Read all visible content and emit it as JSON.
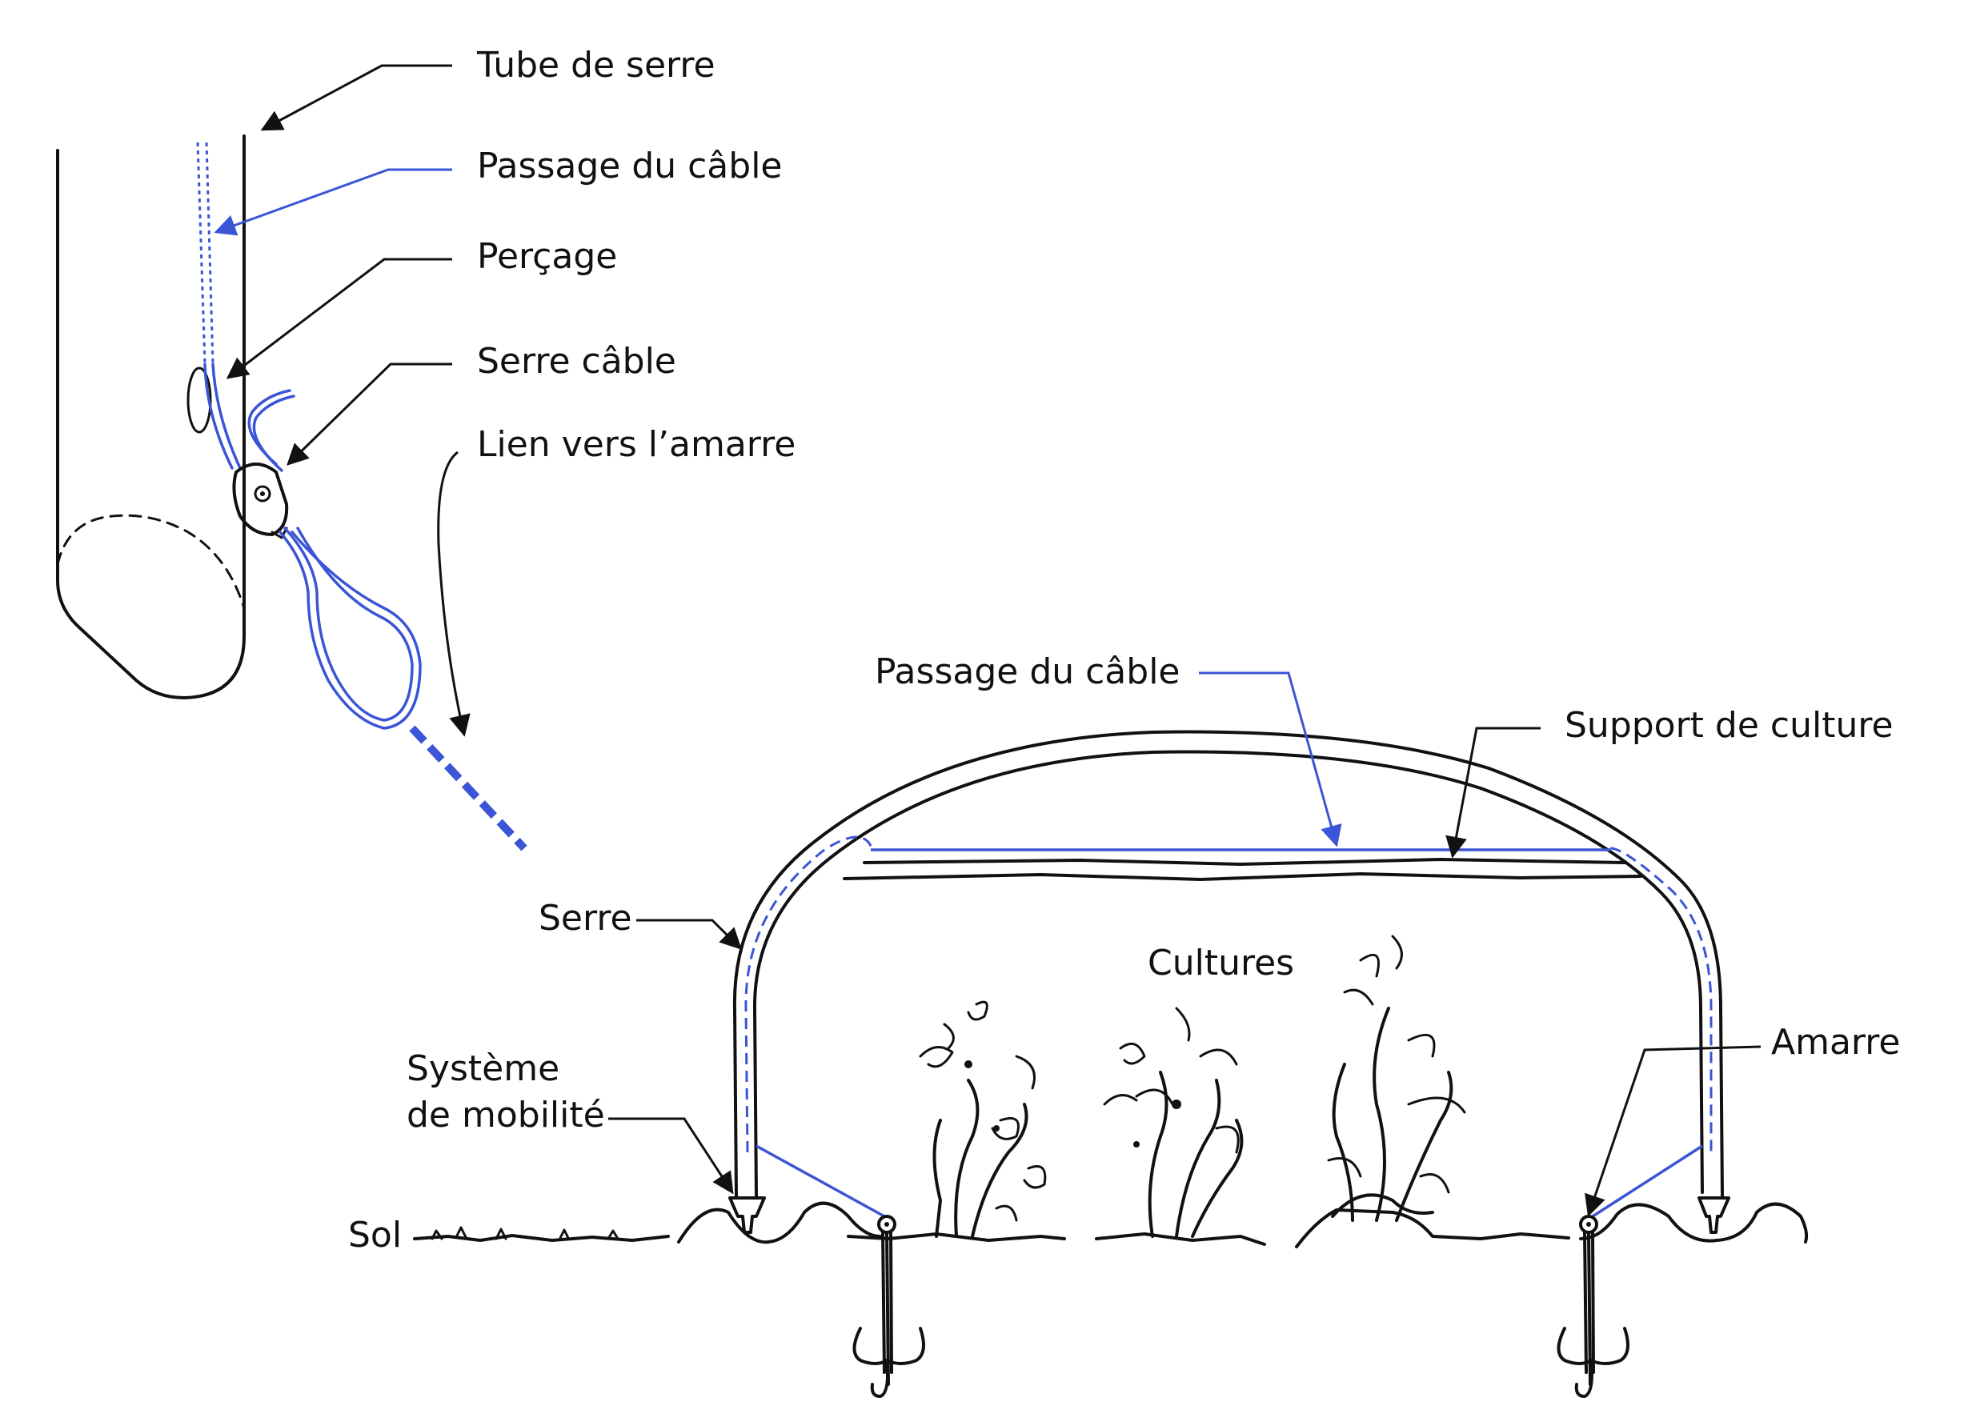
{
  "detail": {
    "labels": {
      "tube": "Tube de serre",
      "cable_path": "Passage du câble",
      "drilling": "Perçage",
      "clamp": "Serre câble",
      "link": "Lien vers l’amarre"
    }
  },
  "overview": {
    "labels": {
      "cable_path": "Passage du câble",
      "support": "Support de culture",
      "greenhouse": "Serre",
      "crops": "Cultures",
      "mobility_line1": "Système",
      "mobility_line2": "de mobilité",
      "anchor": "Amarre",
      "ground": "Sol"
    }
  },
  "colors": {
    "ink": "#111111",
    "cable": "#3b55d6",
    "background": "#ffffff"
  }
}
